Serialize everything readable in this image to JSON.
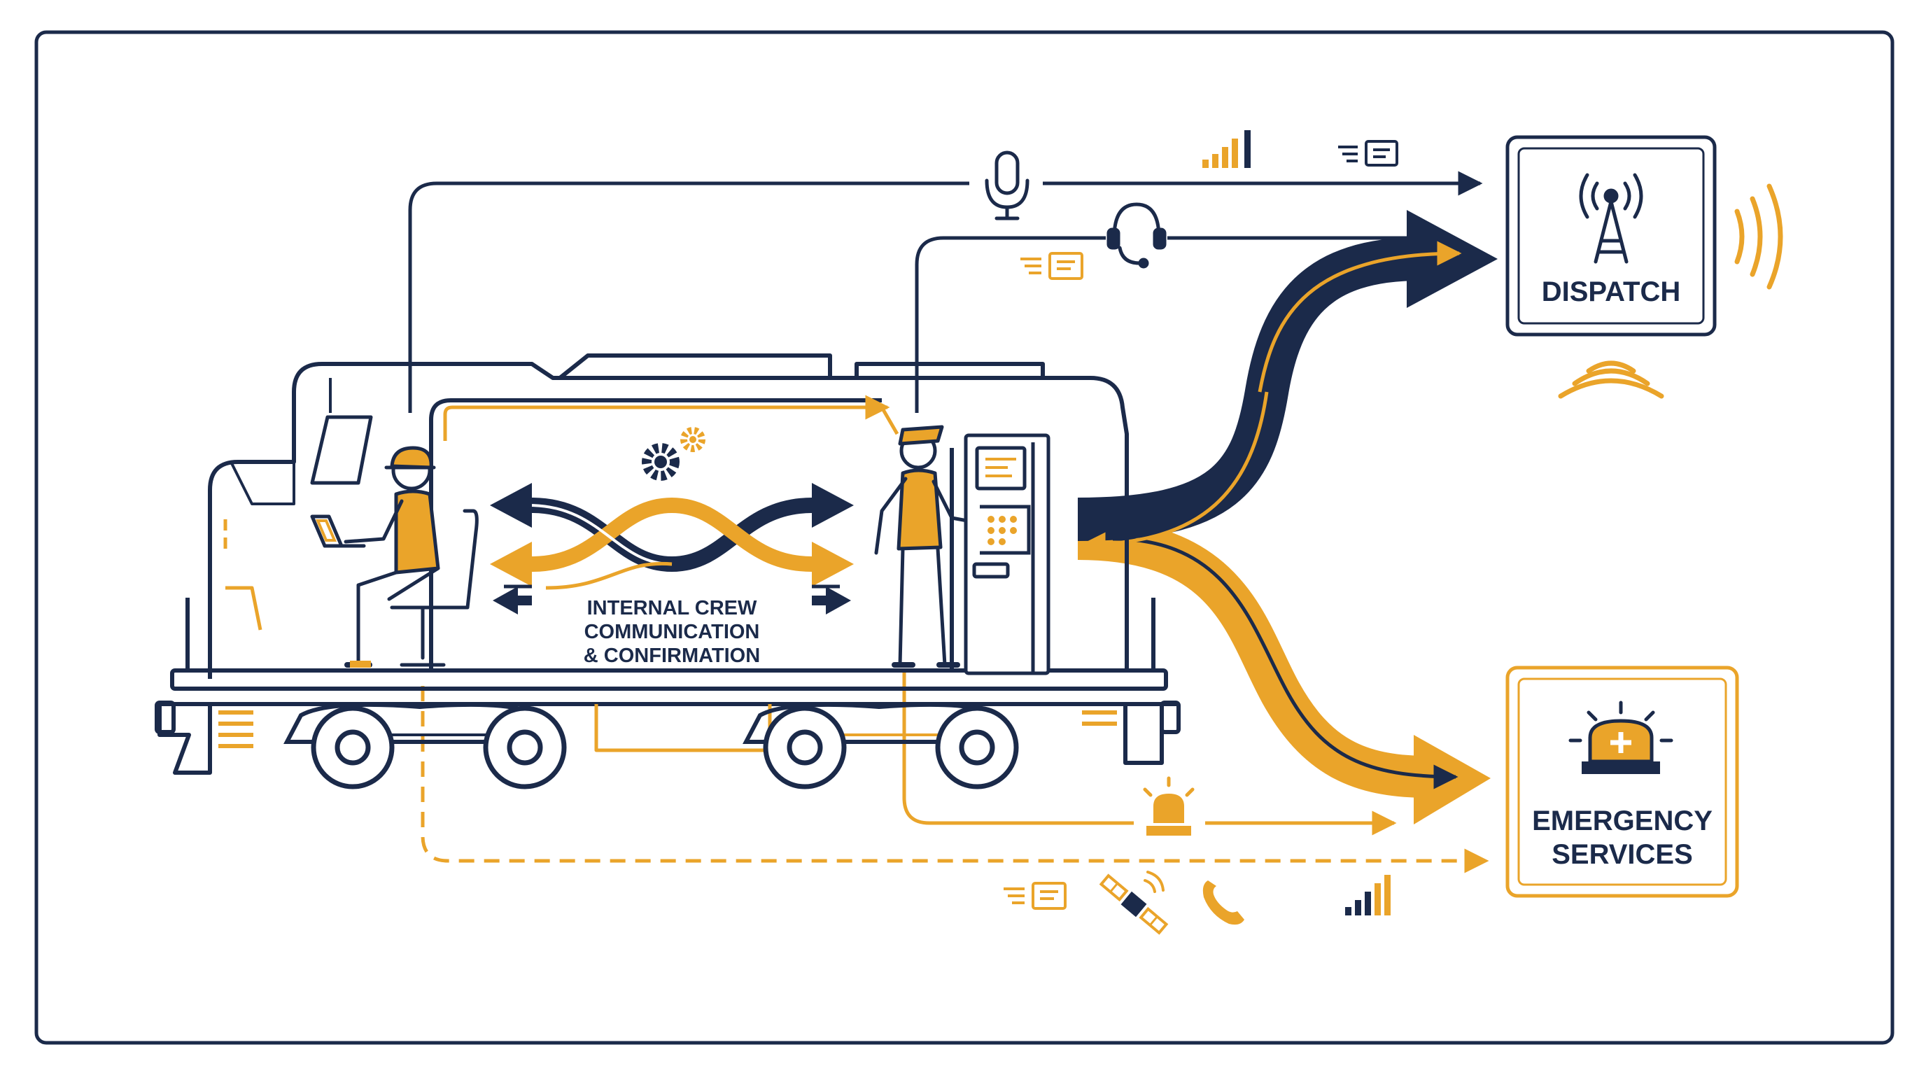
{
  "colors": {
    "navy": "#1b2a4a",
    "gold": "#eaa42a",
    "background": "#ffffff"
  },
  "labels": {
    "internal_line1": "INTERNAL CREW",
    "internal_line2": "COMMUNICATION",
    "internal_line3": "& CONFIRMATION",
    "dispatch": "DISPATCH",
    "emergency_line1": "EMERGENCY",
    "emergency_line2": "SERVICES"
  },
  "icons": {
    "dispatch_box": "radio-tower-icon",
    "emergency_box": "emergency-beacon-icon",
    "channels_top": [
      "microphone-icon",
      "signal-bars-icon",
      "message-icon",
      "headset-icon",
      "message-icon"
    ],
    "channels_bottom": [
      "beacon-icon",
      "message-icon",
      "satellite-icon",
      "phone-icon",
      "signal-bars-icon"
    ],
    "crew": [
      "engineer-seated-icon",
      "conductor-standing-icon"
    ],
    "misc": [
      "gears-icon",
      "control-console-icon",
      "laptop-icon"
    ]
  }
}
